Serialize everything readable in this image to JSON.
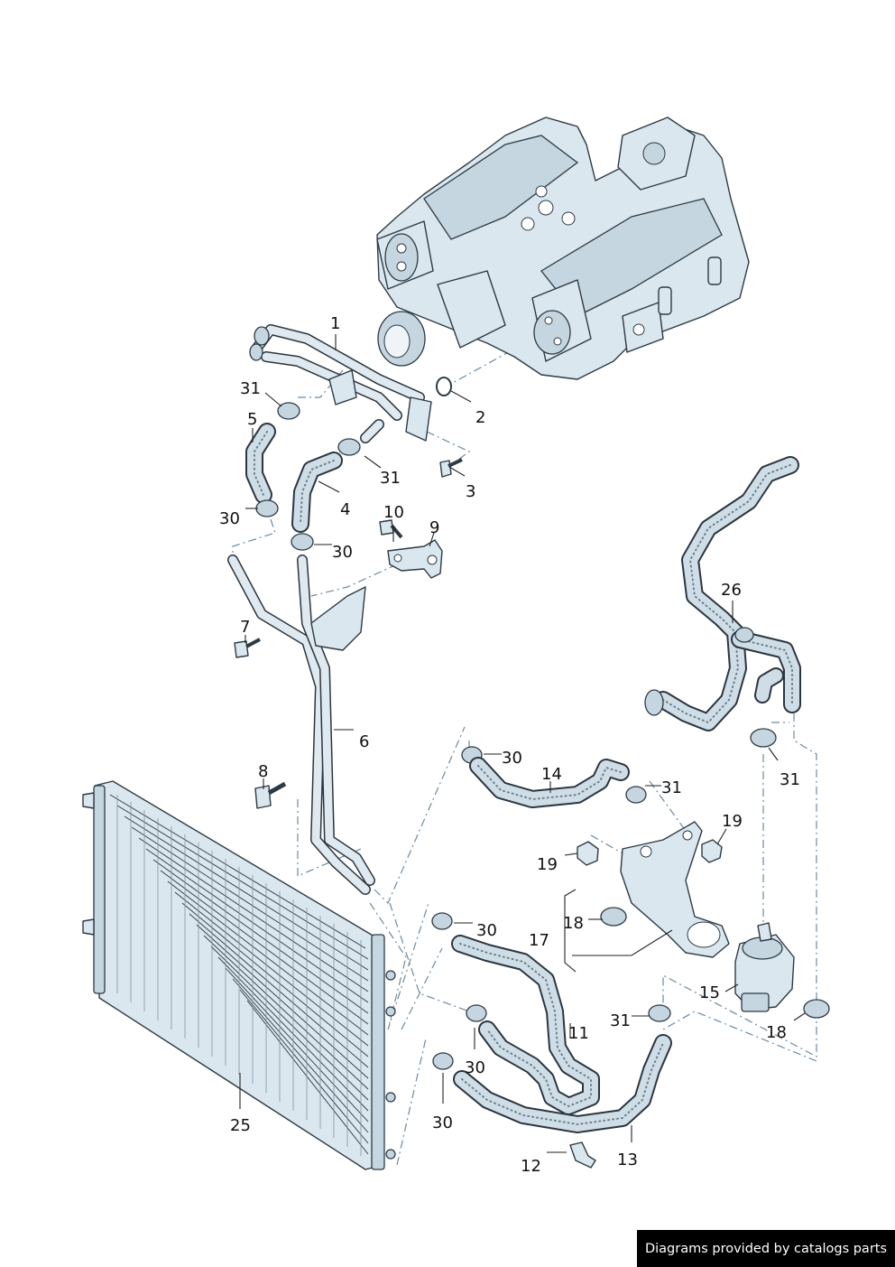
{
  "callouts": [
    {
      "id": "c1",
      "text": "1"
    },
    {
      "id": "c2",
      "text": "2"
    },
    {
      "id": "c3",
      "text": "3"
    },
    {
      "id": "c4",
      "text": "4"
    },
    {
      "id": "c5",
      "text": "5"
    },
    {
      "id": "c6",
      "text": "6"
    },
    {
      "id": "c7",
      "text": "7"
    },
    {
      "id": "c8",
      "text": "8"
    },
    {
      "id": "c9",
      "text": "9"
    },
    {
      "id": "c10",
      "text": "10"
    },
    {
      "id": "c11",
      "text": "11"
    },
    {
      "id": "c12",
      "text": "12"
    },
    {
      "id": "c13",
      "text": "13"
    },
    {
      "id": "c14",
      "text": "14"
    },
    {
      "id": "c15",
      "text": "15"
    },
    {
      "id": "c17",
      "text": "17"
    },
    {
      "id": "c18a",
      "text": "18"
    },
    {
      "id": "c18b",
      "text": "18"
    },
    {
      "id": "c19a",
      "text": "19"
    },
    {
      "id": "c19b",
      "text": "19"
    },
    {
      "id": "c25",
      "text": "25"
    },
    {
      "id": "c26",
      "text": "26"
    },
    {
      "id": "c30a",
      "text": "30"
    },
    {
      "id": "c30b",
      "text": "30"
    },
    {
      "id": "c30c",
      "text": "30"
    },
    {
      "id": "c30d",
      "text": "30"
    },
    {
      "id": "c30e",
      "text": "30"
    },
    {
      "id": "c30f",
      "text": "30"
    },
    {
      "id": "c31a",
      "text": "31"
    },
    {
      "id": "c31b",
      "text": "31"
    },
    {
      "id": "c31c",
      "text": "31"
    },
    {
      "id": "c31d",
      "text": "31"
    },
    {
      "id": "c31e",
      "text": "31"
    }
  ],
  "footer": {
    "text": "Diagrams provided by catalogs parts"
  },
  "colors": {
    "part_fill": "#dbe7ee",
    "outline": "#2d3a44",
    "dash_line": "#6e8aa0",
    "footer_bg": "#000000"
  }
}
